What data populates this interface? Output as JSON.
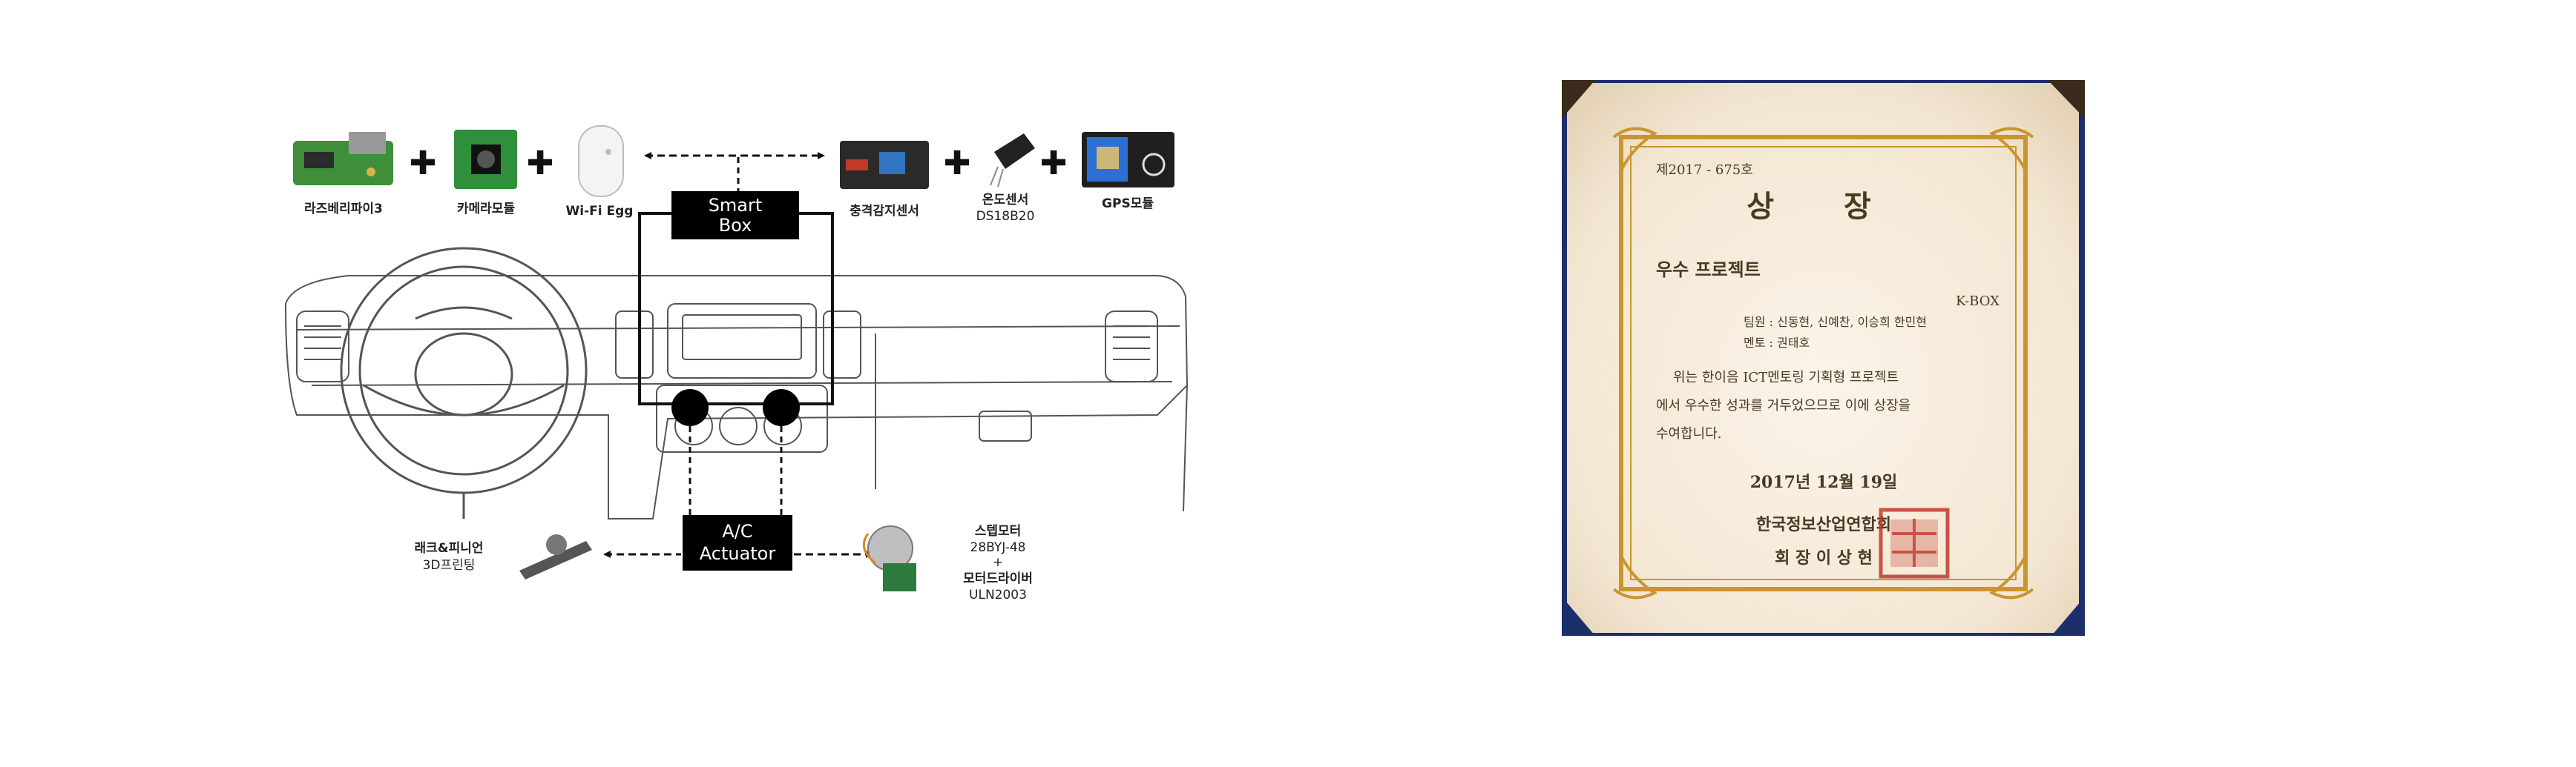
{
  "diagram": {
    "components_top": {
      "raspberry_pi": "라즈베리파이3",
      "camera_module": "카메라모듈",
      "wifi_egg": "Wi-Fi Egg",
      "impact_sensor": "충격감지센서",
      "temp_sensor_name": "온도센서",
      "temp_sensor_model": "DS18B20",
      "gps_module": "GPS모듈"
    },
    "smart_box": {
      "line1": "Smart",
      "line2": "Box"
    },
    "ac_actuator": {
      "line1": "A/C",
      "line2": "Actuator"
    },
    "components_bottom": {
      "rack_pinion_name": "래크&피니언",
      "rack_pinion_note": "3D프린팅",
      "step_motor_name": "스텝모터",
      "step_motor_model": "28BYJ-48",
      "plus": "+",
      "motor_driver_name": "모터드라이버",
      "motor_driver_model": "ULN2003"
    }
  },
  "certificate": {
    "number": "제2017 - 675호",
    "title": "상 장",
    "award": "우수 프로젝트",
    "team": "K-BOX",
    "members": "팀원 : 신동현, 신예찬, 이승희 한민현",
    "mentor": "멘토 : 권태호",
    "body_line1": "위는 한이음 ICT멘토링 기획형 프로젝트",
    "body_line2": "에서 우수한 성과를 거두었으므로 이에 상장을",
    "body_line3": "수여합니다.",
    "date": "2017년 12월 19일",
    "org": "한국정보산업연합회",
    "signer": "회 장 이 상 현"
  },
  "colors": {
    "box_fill": "#000000",
    "certificate_paper": "#f6ecdc",
    "certificate_gold": "#c9962e",
    "seal_red": "#c0392b",
    "frame_blue": "#1c2f6b"
  }
}
